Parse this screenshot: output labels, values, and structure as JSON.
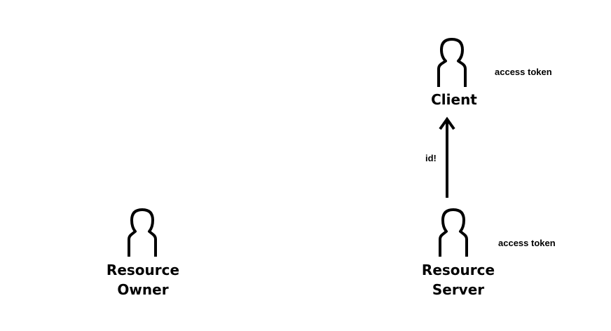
{
  "actors": {
    "client": {
      "label": "Client"
    },
    "resource_owner": {
      "line1": "Resource",
      "line2": "Owner"
    },
    "resource_server": {
      "line1": "Resource",
      "line2": "Server"
    }
  },
  "notes": {
    "client_token": "access token",
    "server_token": "access token",
    "arrow_label": "id!"
  },
  "colors": {
    "stroke": "#000000",
    "background": "#ffffff"
  }
}
